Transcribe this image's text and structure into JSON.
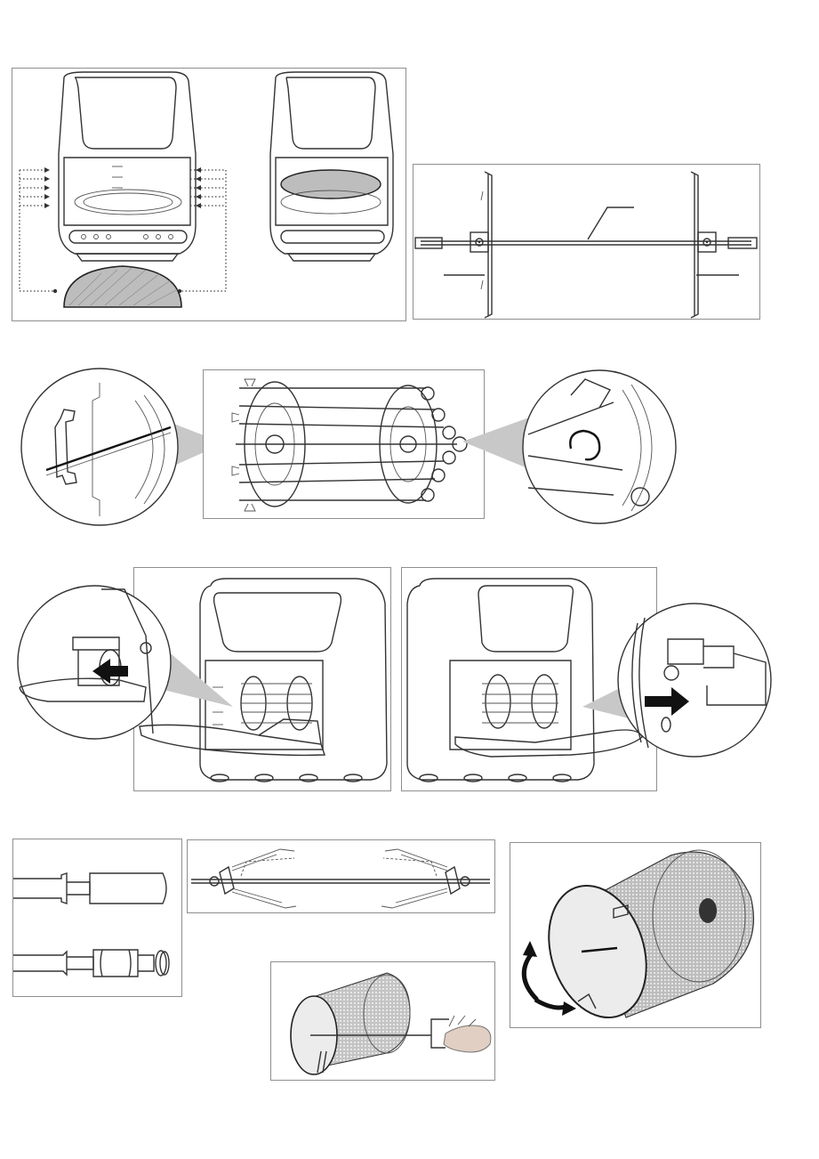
{
  "figures": [
    {
      "id": "fig-air-fryer-tray-insertion",
      "icon": "air-fryer-illustration-icon"
    },
    {
      "id": "fig-rotisserie-spit-forks",
      "icon": "rotisserie-spit-icon"
    },
    {
      "id": "fig-skewer-rack-assembly",
      "icon": "skewer-rack-icon"
    },
    {
      "id": "fig-rack-insert-left-detail",
      "icon": "detail-zoom-icon"
    },
    {
      "id": "fig-rack-insert-right-detail",
      "icon": "detail-zoom-icon"
    },
    {
      "id": "fig-rotisserie-install-left",
      "icon": "oven-install-icon"
    },
    {
      "id": "fig-rotisserie-install-right",
      "icon": "oven-install-icon"
    },
    {
      "id": "fig-spit-ends",
      "icon": "spit-end-icon"
    },
    {
      "id": "fig-spit-forks-detail",
      "icon": "spit-forks-icon"
    },
    {
      "id": "fig-rotating-basket-removal",
      "icon": "rotating-basket-icon"
    },
    {
      "id": "fig-rotating-basket-lid",
      "icon": "rotating-basket-icon"
    }
  ],
  "colors": {
    "line": "#333333",
    "frame": "#8f8f8f",
    "callout": "#c8c8c8",
    "arrow": "#111111"
  }
}
